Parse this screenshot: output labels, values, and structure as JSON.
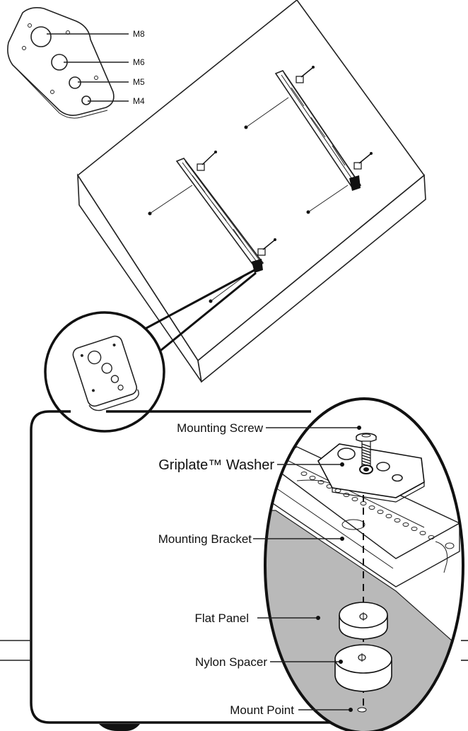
{
  "thread_sizes": {
    "m8": "M8",
    "m6": "M6",
    "m5": "M5",
    "m4": "M4"
  },
  "callouts": {
    "mounting_screw": "Mounting Screw",
    "griplate_washer": "Griplate™ Washer",
    "mounting_bracket": "Mounting Bracket",
    "flat_panel": "Flat Panel",
    "nylon_spacer": "Nylon Spacer",
    "mount_point": "Mount Point"
  },
  "colors": {
    "line": "#111111",
    "panel_shade": "#b9b9b9",
    "background": "#ffffff"
  }
}
